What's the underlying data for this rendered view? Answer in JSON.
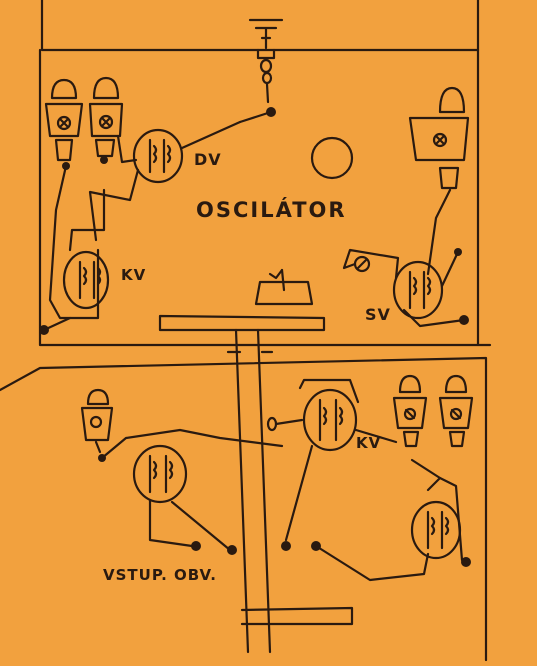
{
  "labels": {
    "oscillator": "OSCILÁTOR",
    "dv": "DV",
    "kv_top": "KV",
    "sv": "SV",
    "kv_bottom": "KV",
    "input": "VSTUP. OBV."
  },
  "colors": {
    "paper": "#f2a13e",
    "ink": "#2a1a10"
  }
}
